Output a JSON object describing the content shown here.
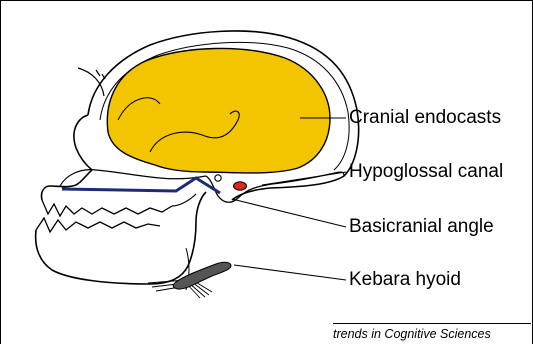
{
  "labels": {
    "cranial_endocasts": "Cranial endocasts",
    "hypoglossal_canal": "Hypoglossal canal",
    "basicranial_angle": "Basicranial angle",
    "kebara_hyoid": "Kebara hyoid"
  },
  "credit": "trends in Cognitive Sciences",
  "colors": {
    "endocast_fill": "#f2c500",
    "basicranial_line": "#1f2a78",
    "hypoglossal_fill": "#d82a1e",
    "hyoid_fill": "#555555",
    "outline": "#000000"
  }
}
